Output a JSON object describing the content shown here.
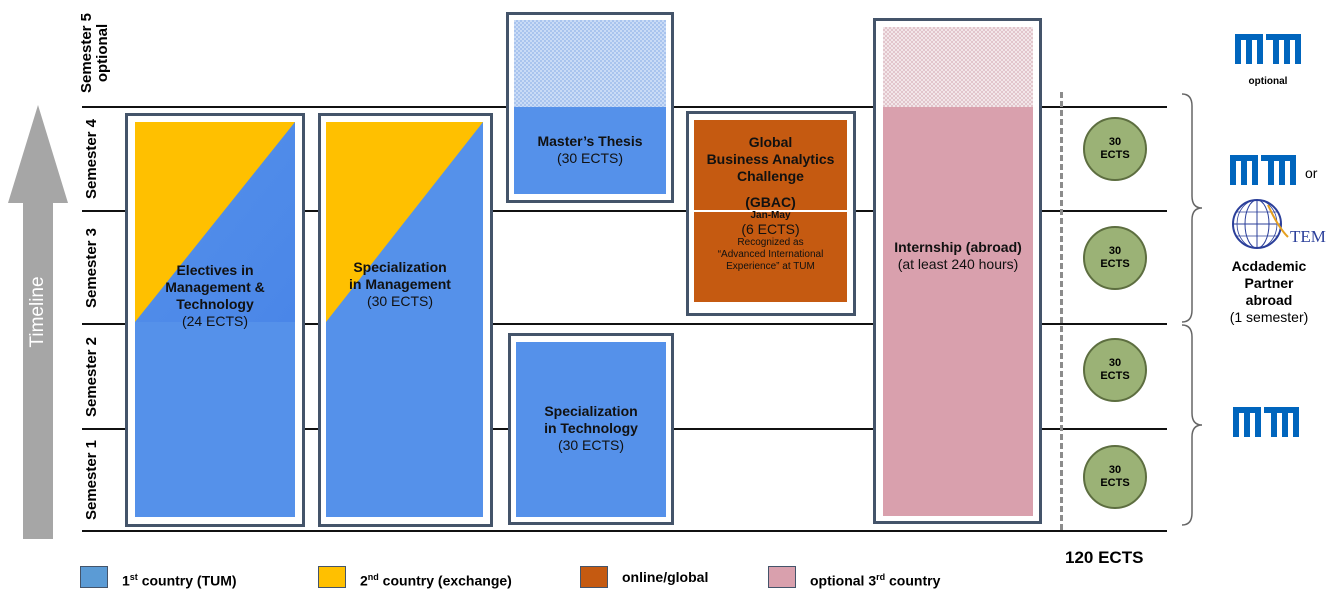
{
  "timeline": {
    "label": "Timeline"
  },
  "semesters": {
    "s5_line1": "Semester 5",
    "s5_line2": "optional",
    "s4": "Semester 4",
    "s3": "Semester 3",
    "s2": "Semester 2",
    "s1": "Semester 1"
  },
  "blocks": {
    "electives": {
      "title_l1": "Electives in",
      "title_l2": "Management &",
      "title_l3": "Technology",
      "ects": "(24 ECTS)"
    },
    "spec_mgmt": {
      "title_l1": "Specialization",
      "title_l2": "in Management",
      "ects": "(30 ECTS)"
    },
    "thesis": {
      "title": "Master’s Thesis",
      "ects": "(30 ECTS)"
    },
    "spec_tech": {
      "title_l1": "Specialization",
      "title_l2": "in Technology",
      "ects": "(30 ECTS)"
    },
    "gbac": {
      "title_l1": "Global",
      "title_l2": "Business Analytics",
      "title_l3": "Challenge",
      "title_l4": "(GBAC)",
      "dates": "Jan-May",
      "ects": "(6 ECTS)",
      "note_l1": "Recognized as",
      "note_l2": "“Advanced International",
      "note_l3": "Experience” at TUM"
    },
    "internship": {
      "title": "Internship (abroad)",
      "subtitle": "(at least 240 hours)"
    }
  },
  "ects_circles": [
    {
      "value": "30",
      "unit": "ECTS"
    },
    {
      "value": "30",
      "unit": "ECTS"
    },
    {
      "value": "30",
      "unit": "ECTS"
    },
    {
      "value": "30",
      "unit": "ECTS"
    }
  ],
  "total_ects": "120 ECTS",
  "right_panel": {
    "optional": "optional",
    "or": "or",
    "partner_brand": "TEM",
    "partner_l1": "Acdademic",
    "partner_l2": "Partner",
    "partner_l3": "abroad",
    "partner_l4": "(1 semester)"
  },
  "legend": [
    {
      "label_pre": "1",
      "label_sup": "st",
      "label_post": " country (TUM)",
      "color": "#5b9bd5"
    },
    {
      "label_pre": "2",
      "label_sup": "nd",
      "label_post": " country (exchange)",
      "color": "#ffc000"
    },
    {
      "label_pre": "online/global",
      "label_sup": "",
      "label_post": "",
      "color": "#c55a11"
    },
    {
      "label_pre": "optional 3",
      "label_sup": "rd",
      "label_post": " country",
      "color": "#d9a0ad"
    }
  ],
  "colors": {
    "blue": "#5591ea",
    "yellow": "#ffc000",
    "orange": "#c55a11",
    "pink": "#d9a0ad",
    "frame": "#44546a",
    "tum_blue": "#0065bd",
    "circle_green": "#9bb276"
  }
}
